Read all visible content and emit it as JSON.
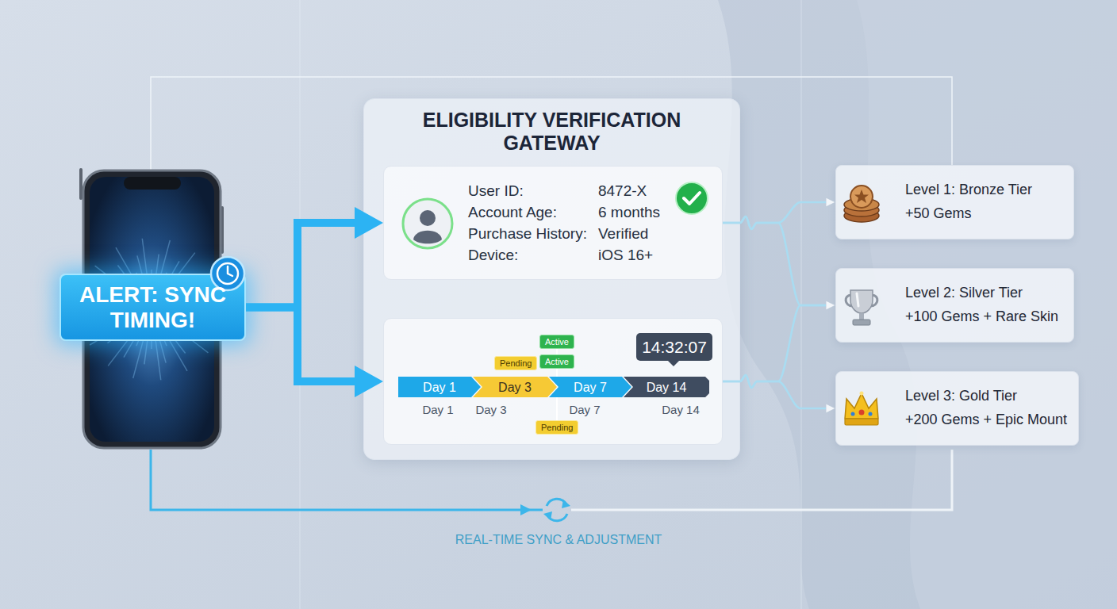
{
  "diagram": {
    "nodes": [
      {
        "text": [
          "ALERT: SYNC TIMING!"
        ]
      },
      {
        "text": [
          "ELIGIBILITY VERIFICATION GATEWAY"
        ]
      },
      {
        "text": [
          "User ID:",
          "8472-X",
          "Account Age:",
          "6 months",
          "Purchase History:",
          "Verified",
          "Device:",
          "iOS 16+"
        ],
        "in": 1
      },
      {
        "text": [
          "Day 1",
          "Day 3",
          "Day 7",
          "Day 14"
        ],
        "in": 1
      },
      {
        "text": [
          "Day 1"
        ],
        "in": 3
      },
      {
        "text": [
          "Day 3"
        ],
        "in": 3
      },
      {
        "text": [
          "Day 7"
        ],
        "in": 3
      },
      {
        "text": [
          "Day 14"
        ],
        "in": 3
      },
      {
        "text": [
          "Pending"
        ],
        "in": 3
      },
      {
        "text": [
          "Active"
        ],
        "in": 3
      },
      {
        "text": [
          "Active"
        ],
        "in": 3
      },
      {
        "text": [
          "Pending"
        ],
        "in": 3
      },
      {
        "text": [
          "14:32:07"
        ],
        "in": 3
      },
      {
        "text": [
          "Level 1: Bronze Tier",
          "+50 Gems"
        ]
      },
      {
        "text": [
          "Level 2: Silver Tier",
          "+100 Gems + Rare Skin"
        ]
      },
      {
        "text": [
          "Level 3: Gold Tier",
          "+200 Gems + Epic Mount"
        ]
      }
    ],
    "edges": [
      {
        "from": 0,
        "to": 2,
        "arrow": "to"
      },
      {
        "from": 0,
        "to": 3,
        "arrow": "to"
      },
      {
        "from": 2,
        "to": 13,
        "arrow": "to"
      },
      {
        "from": 2,
        "to": 14,
        "arrow": "to"
      },
      {
        "from": 3,
        "to": 14,
        "arrow": "to"
      },
      {
        "from": 3,
        "to": 15,
        "arrow": "to"
      }
    ],
    "labels": [
      "REAL-TIME SYNC & ADJUSTMENT"
    ]
  }
}
